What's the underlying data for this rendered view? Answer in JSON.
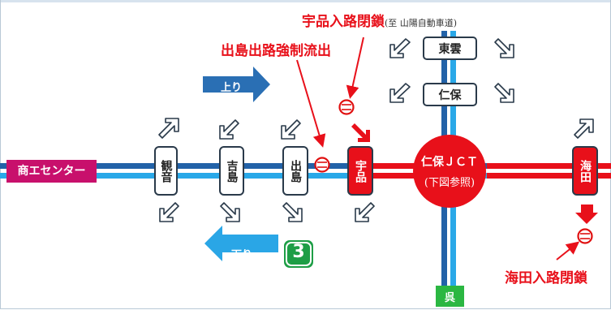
{
  "title_udon": "宇品入路閉鎖",
  "title_udon_sub": "(至 山陽自動車道)",
  "title_dejima": "出島出路強制流出",
  "title_kaita": "海田入路閉鎖",
  "direction_up": "上り",
  "direction_down": "下り",
  "route_number": "3",
  "shoko_center": "商エセンター",
  "interchanges": {
    "kanon": "観音",
    "yoshijima": "吉島",
    "dejima": "出島",
    "ujina": "宇品",
    "kaita": "海田"
  },
  "jct_label": "仁保ＪＣＴ",
  "jct_note": "(下図参照)",
  "north_ramps": {
    "toun": "東雲",
    "niho": "仁保"
  },
  "south_exit": "呉",
  "colors": {
    "light_blue": "#29a8e8",
    "dark_blue": "#2262a8",
    "red": "#e8101a",
    "shoko": "#c8106c",
    "kure": "#2bb742",
    "route_green": "#1e9e46",
    "closure_red": "#e01010"
  }
}
